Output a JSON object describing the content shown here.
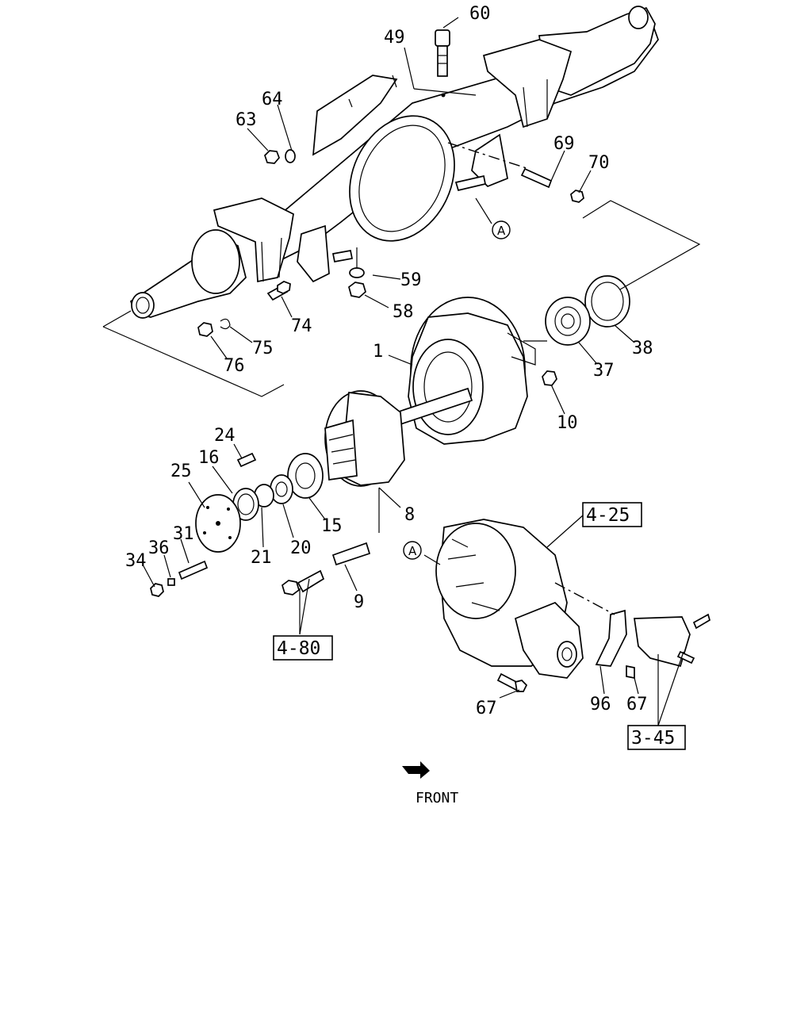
{
  "part_numbers": [
    "60",
    "49",
    "64",
    "63",
    "69",
    "70",
    "59",
    "58",
    "74",
    "75",
    "76",
    "38",
    "37",
    "1",
    "10",
    "24",
    "16",
    "25",
    "31",
    "36",
    "34",
    "21",
    "20",
    "15",
    "8",
    "9",
    "67",
    "67",
    "96"
  ],
  "reference_boxes": [
    "4-25",
    "4-80",
    "3-45"
  ],
  "circle_markers": [
    "A",
    "A"
  ],
  "front_label": "FRONT"
}
